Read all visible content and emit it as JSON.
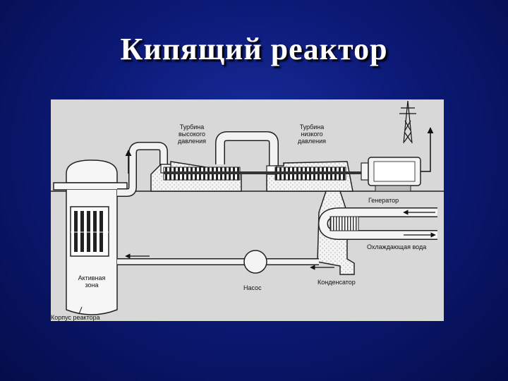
{
  "title": "Кипящий реактор",
  "labels": {
    "hp_turbine": [
      "Турбина",
      "высокого",
      "давления"
    ],
    "lp_turbine": [
      "Турбина",
      "низкого",
      "давления"
    ],
    "generator": "Генератор",
    "cooling_water": "Охлаждающая вода",
    "condenser": "Конденсатор",
    "pump": "Насос",
    "core": [
      "Активная",
      "зона"
    ],
    "vessel": "Корпус реактора"
  }
}
